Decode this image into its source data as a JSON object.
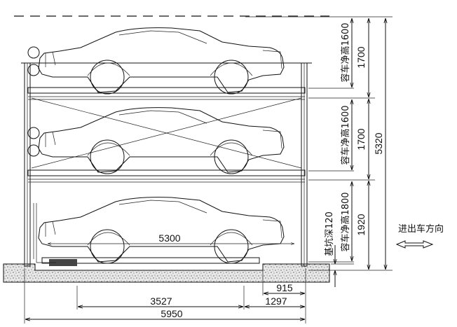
{
  "drawing": {
    "total_height_label": "5320",
    "level_heights": [
      {
        "pitch": "1700",
        "clear_height": "容车净高1600"
      },
      {
        "pitch": "1700",
        "clear_height": "容车净高1600"
      },
      {
        "pitch": "1920",
        "clear_height": "容车净高1800"
      }
    ],
    "pit_depth": "基坑深120",
    "car_length": "5300",
    "bottom_dims": {
      "d915": "915",
      "d3527": "3527",
      "d1297": "1297",
      "d5950": "5950"
    },
    "direction_label": "进出车方向"
  }
}
